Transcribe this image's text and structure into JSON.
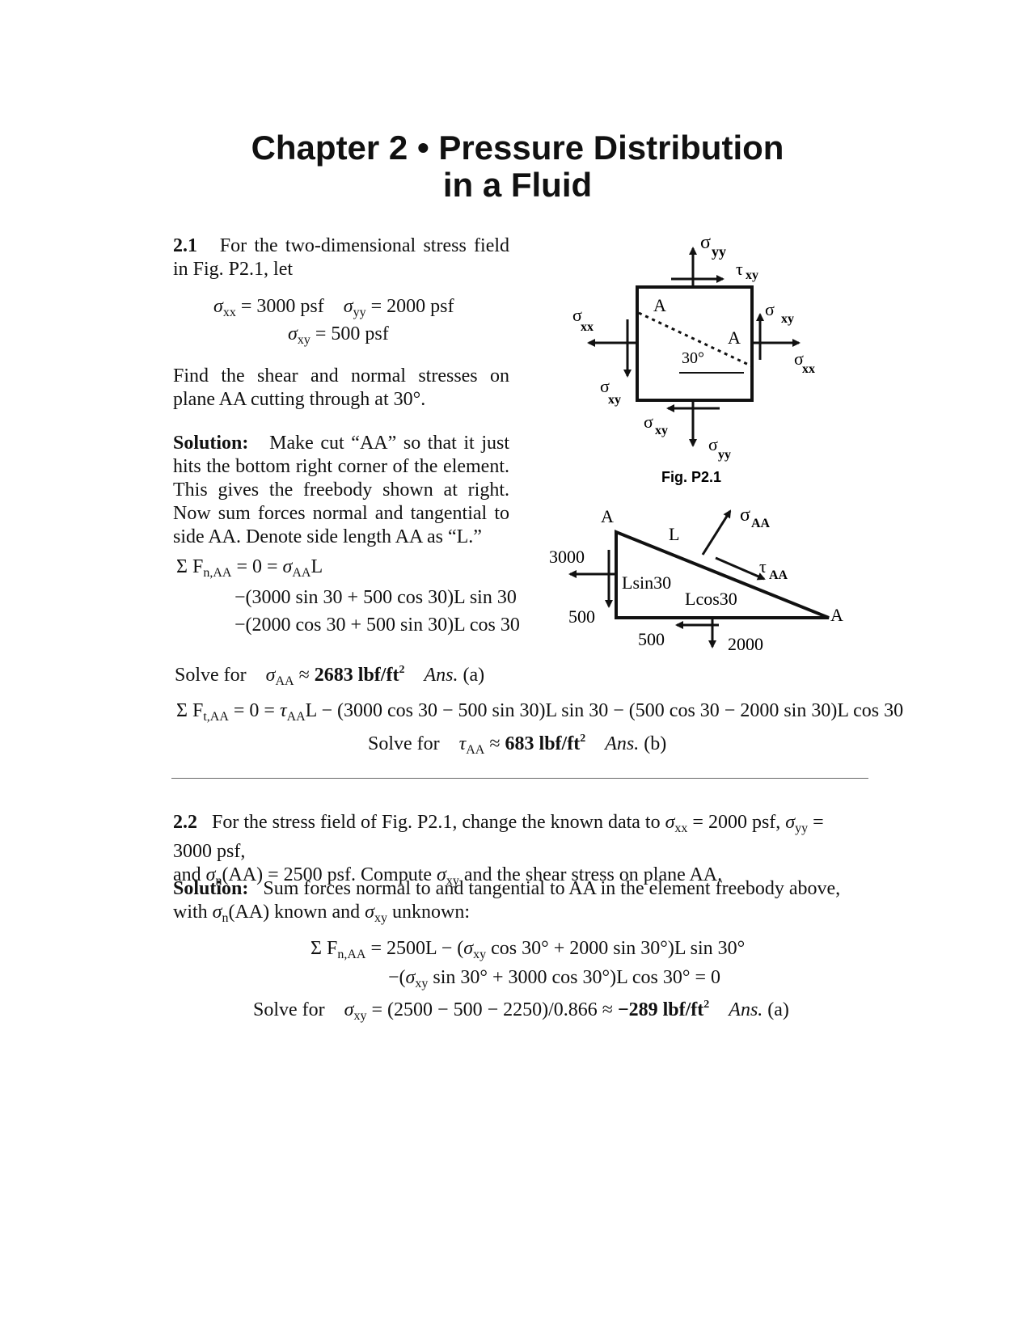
{
  "title": {
    "line1": "Chapter 2 • Pressure Distribution",
    "line2": "in a Fluid"
  },
  "p21": {
    "number": "2.1",
    "prob_text_a": "For the two-dimensional stress field",
    "prob_text_b": "in Fig. P2.1, let",
    "given_xx": "= 3000 psf",
    "given_yy": "= 2000 psf",
    "given_xy": "= 500 psf",
    "find_text": "Find the shear and normal stresses on plane AA cutting through at 30°.",
    "solution_label": "Solution:",
    "solution_text": "Make cut “AA” so that it just hits the bottom right corner of the element. This gives the freebody shown at right. Now sum forces normal and tangential to side AA. Denote side length AA as “L.”",
    "eqn1_lead": "= 0 = ",
    "eqn1_line2": "−(3000 sin 30 + 500 cos 30)L sin 30",
    "eqn1_line3": "−(2000 cos 30 + 500 sin 30)L cos 30",
    "solve_for": "Solve for",
    "ans_a_value": "2683 lbf/ft",
    "ans_label": "Ans.",
    "ans_a_tag": "(a)",
    "eqn2_rest": "L − (3000 cos 30 − 500 sin 30)L sin 30 − (500 cos 30 − 2000 sin 30)L cos 30",
    "ans_b_value": "683 lbf/ft",
    "ans_b_tag": "(b)"
  },
  "figure": {
    "caption": "Fig.  P2.1",
    "labels": {
      "A": "A",
      "angle": "30°",
      "sigma": "σ",
      "tau": "τ",
      "xx": "xx",
      "yy": "yy",
      "xy": "xy",
      "AA": "AA",
      "L": "L",
      "Lsin": "Lsin30",
      "Lcos": "Lcos30",
      "v3000": "3000",
      "v500a": "500",
      "v500b": "500",
      "v2000": "2000"
    }
  },
  "p22": {
    "number": "2.2",
    "text_a": "For the stress field of Fig. P2.1, change the known data to",
    "val_xx": "= 2000 psf,",
    "val_yy": "= 3000 psf,",
    "text_b": "and",
    "val_n": "(AA) = 2500 psf. Compute",
    "text_c": "and the shear stress on plane AA.",
    "solution_label": "Solution:",
    "solution_text_a": "Sum forces normal to and tangential to AA in the element freebody above,",
    "solution_text_b": "with",
    "solution_text_c": "(AA) known and",
    "solution_text_d": "unknown:",
    "eq_line1_a": "= 2500L − (",
    "eq_line1_b": "cos 30° + 2000 sin 30°)L sin 30°",
    "eq_line2_a": "−(",
    "eq_line2_b": "sin 30° + 3000 cos 30°)L cos 30° = 0",
    "solve_for": "Solve for",
    "solve_rhs": "= (2500 − 500 − 2250)/0.866 ≈",
    "ans_value": "−289 lbf/ft",
    "ans_label": "Ans.",
    "ans_tag": "(a)"
  },
  "common": {
    "sigma": "σ",
    "tau": "τ",
    "sum": "Σ",
    "F": "F",
    "approx": "≈",
    "two": "2",
    "nAA": "n,AA",
    "tAA": "t,AA",
    "AA": "AA",
    "xx": "xx",
    "yy": "yy",
    "xy": "xy",
    "n": "n"
  }
}
